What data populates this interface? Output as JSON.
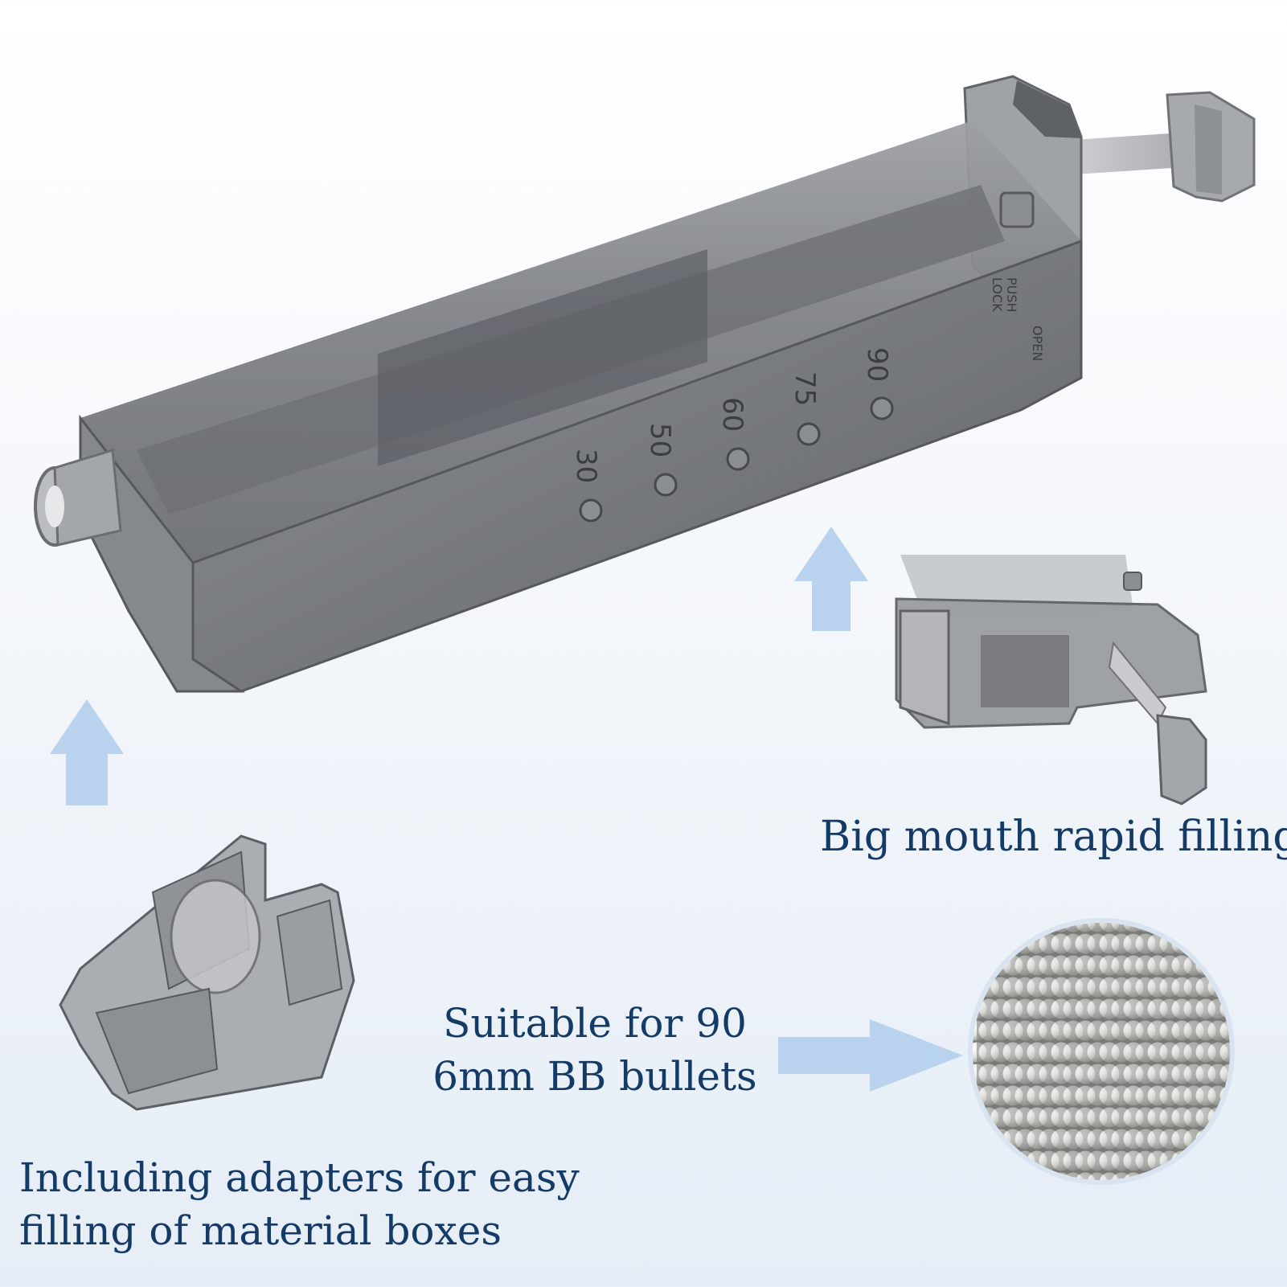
{
  "captions": {
    "big_mouth": "Big mouth rapid filling",
    "suitable_line1": "Suitable for 90",
    "suitable_line2": "6mm BB bullets",
    "adapters_line1": "Including adapters for easy",
    "adapters_line2": "filling of material boxes"
  },
  "scale_markings": [
    "30",
    "50",
    "60",
    "75",
    "90"
  ],
  "embossed_text": {
    "push": "PUSH",
    "lock": "LOCK",
    "open": "OPEN"
  },
  "colors": {
    "caption_text": "#143a66",
    "arrow_fill": "#b9d3ee",
    "plastic_body": "#7a7d82",
    "plastic_dark": "#4f5257",
    "bb_color": "#e9eae6"
  },
  "icons": [
    "arrow-up-icon",
    "arrow-up-icon",
    "arrow-right-icon"
  ]
}
